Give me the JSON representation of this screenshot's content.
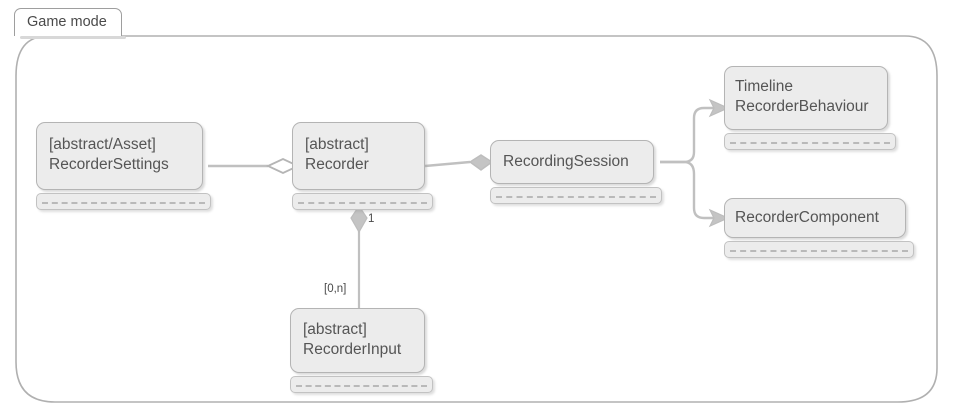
{
  "frame": {
    "label": "Game mode"
  },
  "diagram": {
    "type": "uml-class-diagram",
    "background_color": "#ffffff",
    "node_fill_color": "#ececec",
    "node_border_color": "#b4b4b4",
    "line_color": "#b8b8b8",
    "text_color": "#555555",
    "nodes": [
      {
        "id": "recorder-settings",
        "stereotype": "[abstract/Asset]",
        "name": "RecorderSettings",
        "title": "[abstract/Asset]\nRecorderSettings"
      },
      {
        "id": "recorder",
        "stereotype": "[abstract]",
        "name": "Recorder",
        "title": "[abstract]\nRecorder"
      },
      {
        "id": "recording-session",
        "stereotype": "",
        "name": "RecordingSession",
        "title": "RecordingSession"
      },
      {
        "id": "timeline-recorder-behaviour",
        "stereotype": "",
        "name": "TimelineRecorderBehaviour",
        "title": "Timeline\nRecorderBehaviour"
      },
      {
        "id": "recorder-component",
        "stereotype": "",
        "name": "RecorderComponent",
        "title": "RecorderComponent"
      },
      {
        "id": "recorder-input",
        "stereotype": "[abstract]",
        "name": "RecorderInput",
        "title": "[abstract]\nRecorderInput"
      }
    ],
    "edges": [
      {
        "id": "settings-to-recorder",
        "from": "recorder-settings",
        "to": "recorder",
        "kind": "aggregation",
        "marker": "hollow-diamond",
        "label": ""
      },
      {
        "id": "recorder-to-session",
        "from": "recorder",
        "to": "recording-session",
        "kind": "composition",
        "marker": "filled-diamond",
        "label": ""
      },
      {
        "id": "session-to-timeline-behaviour",
        "from": "recording-session",
        "to": "timeline-recorder-behaviour",
        "kind": "association",
        "marker": "filled-arrow",
        "label": ""
      },
      {
        "id": "session-to-recorder-component",
        "from": "recording-session",
        "to": "recorder-component",
        "kind": "association",
        "marker": "filled-arrow",
        "label": ""
      },
      {
        "id": "recorder-to-input",
        "from": "recorder",
        "to": "recorder-input",
        "kind": "composition",
        "marker": "filled-diamond",
        "source_label": "1",
        "target_label": "[0,n]"
      }
    ],
    "multiplicities": {
      "recorder_end": "1",
      "recorder_input_end": "[0,n]"
    }
  }
}
